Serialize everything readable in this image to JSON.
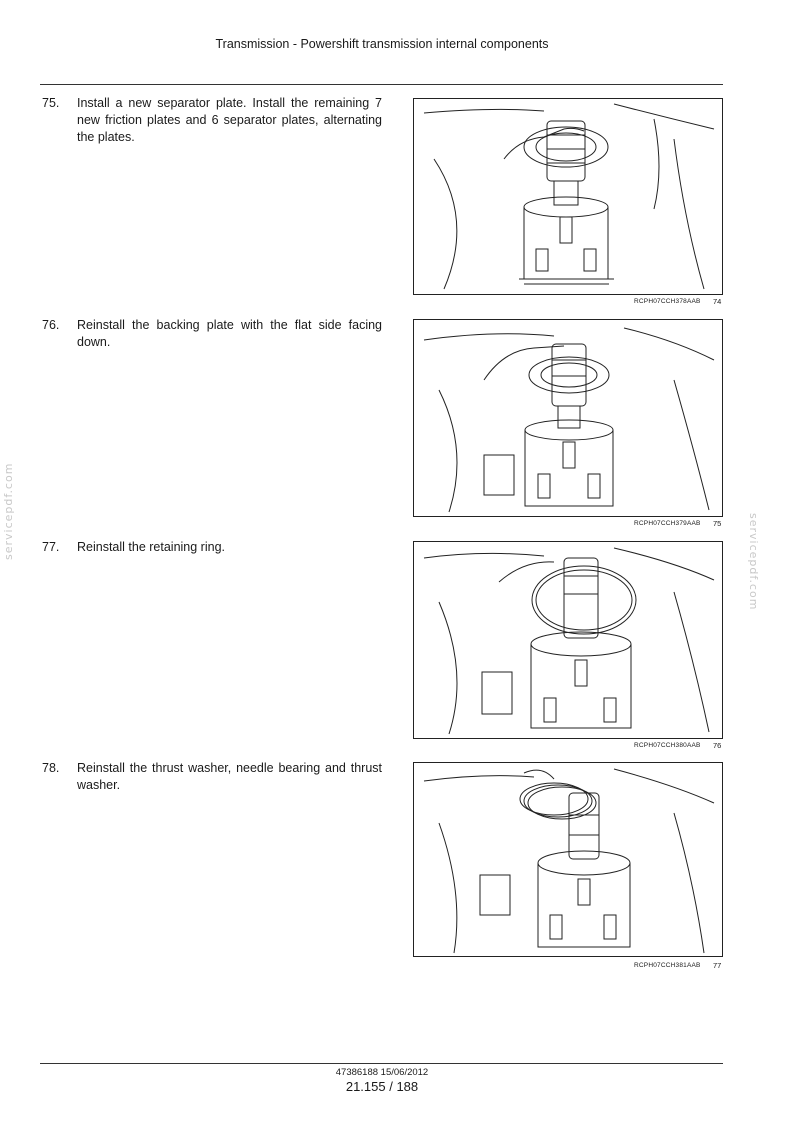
{
  "header": {
    "title": "Transmission - Powershift transmission internal components"
  },
  "steps": [
    {
      "number": "75.",
      "text": "Install a new separator plate. Install the remaining 7 new friction plates and 6 separator plates, alternating the plates.",
      "figure_code": "RCPH07CCH378AAB",
      "figure_number": "74"
    },
    {
      "number": "76.",
      "text": "Reinstall the backing plate with the flat side facing down.",
      "figure_code": "RCPH07CCH379AAB",
      "figure_number": "75"
    },
    {
      "number": "77.",
      "text": "Reinstall the retaining ring.",
      "figure_code": "RCPH07CCH380AAB",
      "figure_number": "76"
    },
    {
      "number": "78.",
      "text": "Reinstall the thrust washer, needle bearing and thrust washer.",
      "figure_code": "RCPH07CCH381AAB",
      "figure_number": "77"
    }
  ],
  "watermarks": {
    "left": "servicepdf.com",
    "right": "servicepdf.com"
  },
  "footer": {
    "doc_id": "47386188 15/06/2012",
    "page": "21.155 / 188"
  }
}
